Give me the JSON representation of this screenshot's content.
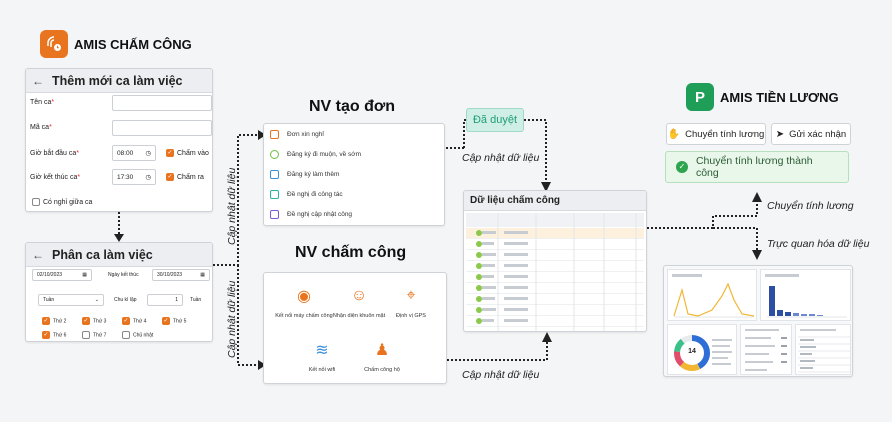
{
  "left": {
    "brand": "AMIS CHẤM CÔNG",
    "brand_color": "#e8741f",
    "form1": {
      "title": "Thêm mới ca làm việc",
      "fields": [
        {
          "label": "Tên ca",
          "required": "*",
          "value": ""
        },
        {
          "label": "Mã ca",
          "required": "*",
          "value": ""
        },
        {
          "label": "Giờ bắt đầu ca",
          "required": "*",
          "time": "08:00",
          "check": "Chấm vào"
        },
        {
          "label": "Giờ kết thúc ca",
          "required": "*",
          "time": "17:30",
          "check": "Chấm ra"
        }
      ],
      "break_label": "Có nghỉ giữa ca"
    },
    "form2": {
      "title": "Phân ca làm việc",
      "start_date": "02/10/2023",
      "end_label": "Ngày kết thúc",
      "end_date": "30/10/2023",
      "period": "Tuần",
      "cycle_label": "Chu kì lặp",
      "cycle_value": "1",
      "cycle_unit": "Tuần",
      "days": [
        {
          "label": "Thứ 2",
          "checked": true
        },
        {
          "label": "Thứ 3",
          "checked": true
        },
        {
          "label": "Thứ 4",
          "checked": true
        },
        {
          "label": "Thứ 5",
          "checked": true
        },
        {
          "label": "Thứ 6",
          "checked": true
        },
        {
          "label": "Thứ 7",
          "checked": false
        },
        {
          "label": "Chủ nhật",
          "checked": false
        }
      ]
    }
  },
  "middle": {
    "request_title": "NV tạo đơn",
    "requests": [
      "Đơn xin nghỉ",
      "Đăng ký đi muộn, về sớm",
      "Đăng ký làm thêm",
      "Đề nghị đi công tác",
      "Đề nghị cập nhật công"
    ],
    "timekeeping_title": "NV chấm công",
    "methods": [
      "Kết nối máy chấm công",
      "Nhận diện khuôn mặt",
      "Định vị GPS",
      "Kết nối wifi",
      "Chấm công hộ"
    ]
  },
  "flow": {
    "update_data": "Cập nhật dữ liệu",
    "approved": "Đã duyệt",
    "transfer_salary": "Chuyển tính lương",
    "visualize": "Trực quan hóa dữ liệu"
  },
  "data_card": {
    "title": "Dữ liệu chấm công"
  },
  "right": {
    "brand": "AMIS TIỀN LƯƠNG",
    "brand_color": "#1f9e57",
    "btn_transfer": "Chuyển tính lương",
    "btn_send": "Gửi xác nhận",
    "success": "Chuyển tính lương thành công",
    "donut_value": "14"
  }
}
